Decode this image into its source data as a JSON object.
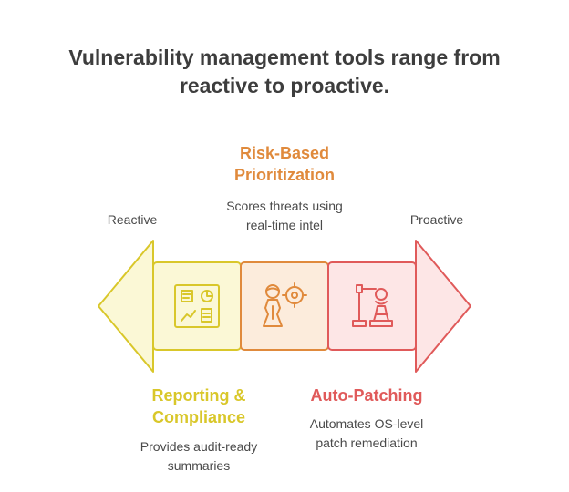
{
  "title": {
    "line1": "Vulnerability management tools range from",
    "line2": "reactive to proactive."
  },
  "ends": {
    "left": "Reactive",
    "right": "Proactive"
  },
  "stages": [
    {
      "heading_line1": "Reporting &",
      "heading_line2": "Compliance",
      "desc_line1": "Provides audit-ready",
      "desc_line2": "summaries",
      "color": "#d9c72a",
      "icon": "dashboard-report-icon"
    },
    {
      "heading_line1": "Risk-Based",
      "heading_line2": "Prioritization",
      "desc_line1": "Scores threats using",
      "desc_line2": "real-time intel",
      "color": "#e08a3c",
      "icon": "person-target-icon"
    },
    {
      "heading_line1": "Auto-Patching",
      "heading_line2": "",
      "desc_line1": "Automates OS-level",
      "desc_line2": "patch remediation",
      "color": "#e05a5a",
      "icon": "robot-arm-icon"
    }
  ]
}
